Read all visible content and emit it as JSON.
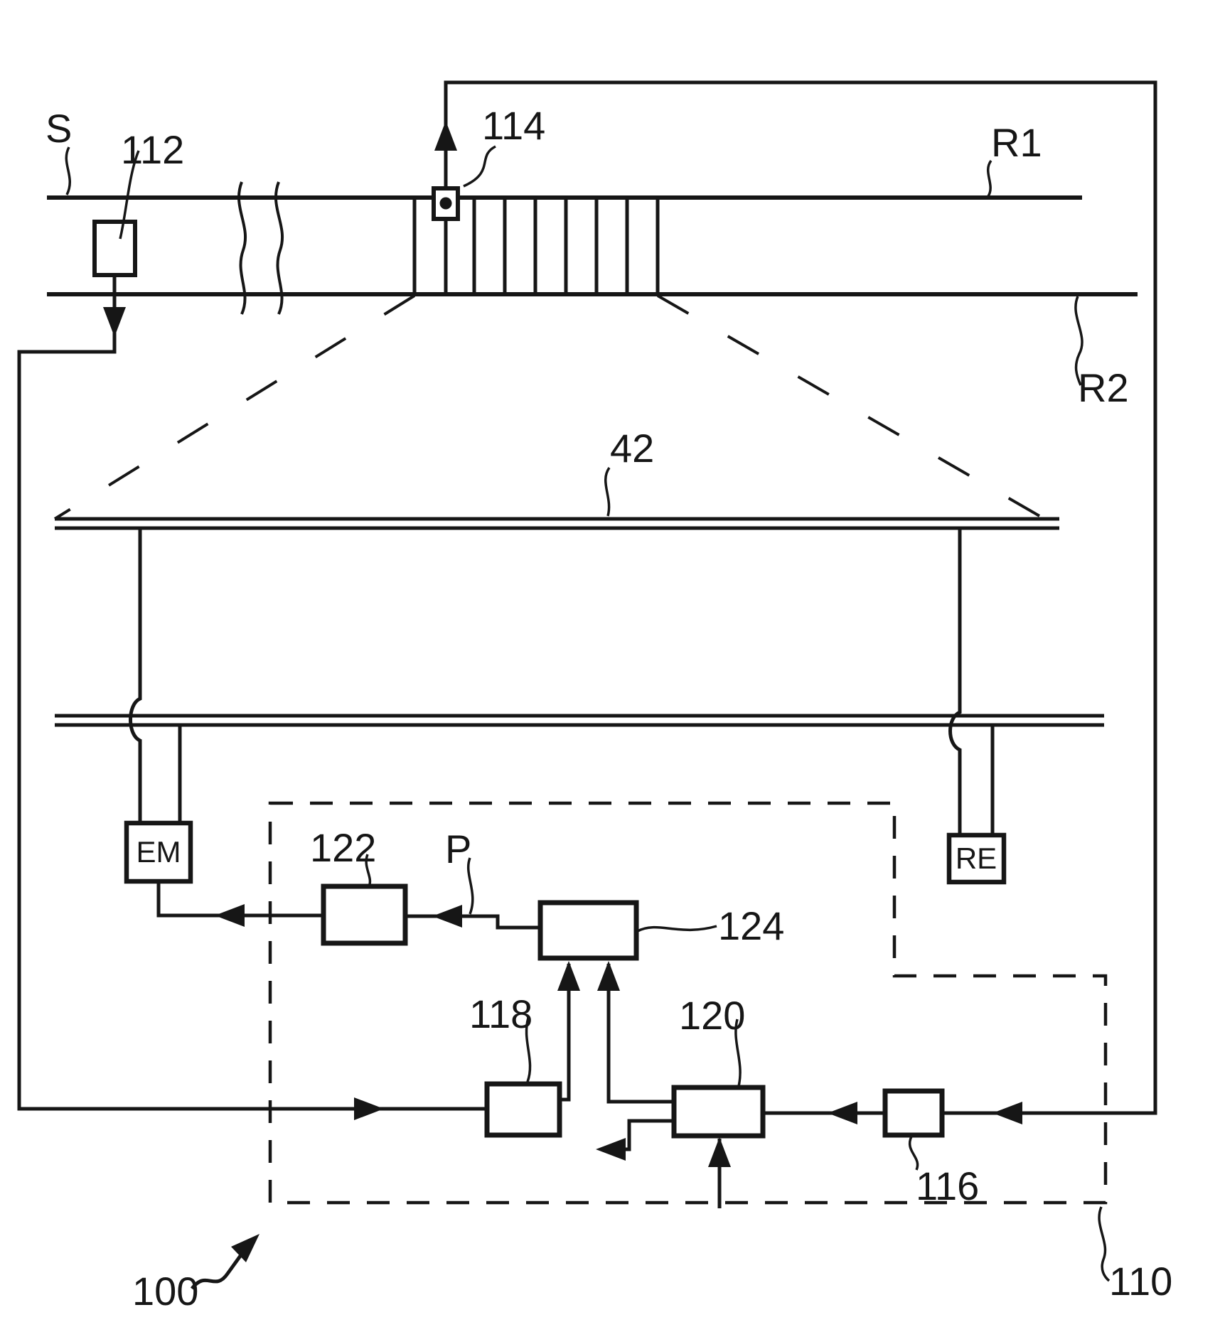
{
  "figure": {
    "kind": "patent schematic drawing (railway track section with sensors, antenna loops and evaluation unit)",
    "colors": {
      "ink": "#161616",
      "background": "#ffffff"
    },
    "labels": {
      "s": "S",
      "n112": "112",
      "n114": "114",
      "r1": "R1",
      "r2": "R2",
      "n42": "42",
      "em": "EM",
      "re": "RE",
      "n122": "122",
      "p": "P",
      "n124": "124",
      "n118": "118",
      "n120": "120",
      "n116": "116",
      "n110": "110",
      "n100": "100"
    }
  }
}
